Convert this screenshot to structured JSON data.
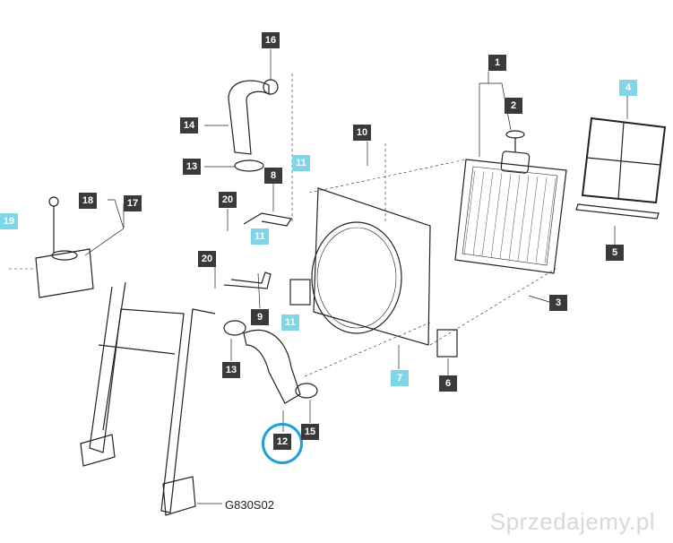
{
  "drawing_code": "G830S02",
  "watermark": "Sprzedajemy.pl",
  "callouts": [
    {
      "id": "c1",
      "label": "1",
      "style": "dark"
    },
    {
      "id": "c2",
      "label": "2",
      "style": "dark"
    },
    {
      "id": "c3",
      "label": "3",
      "style": "dark"
    },
    {
      "id": "c4",
      "label": "4",
      "style": "cyan"
    },
    {
      "id": "c5",
      "label": "5",
      "style": "dark"
    },
    {
      "id": "c6",
      "label": "6",
      "style": "dark"
    },
    {
      "id": "c7",
      "label": "7",
      "style": "cyan"
    },
    {
      "id": "c8",
      "label": "8",
      "style": "dark"
    },
    {
      "id": "c9",
      "label": "9",
      "style": "dark"
    },
    {
      "id": "c10",
      "label": "10",
      "style": "dark"
    },
    {
      "id": "c11a",
      "label": "11",
      "style": "cyan"
    },
    {
      "id": "c11b",
      "label": "11",
      "style": "cyan"
    },
    {
      "id": "c11c",
      "label": "11",
      "style": "cyan"
    },
    {
      "id": "c12",
      "label": "12",
      "style": "dark"
    },
    {
      "id": "c13a",
      "label": "13",
      "style": "dark"
    },
    {
      "id": "c13b",
      "label": "13",
      "style": "dark"
    },
    {
      "id": "c14",
      "label": "14",
      "style": "dark"
    },
    {
      "id": "c15",
      "label": "15",
      "style": "dark"
    },
    {
      "id": "c16",
      "label": "16",
      "style": "dark"
    },
    {
      "id": "c17",
      "label": "17",
      "style": "dark"
    },
    {
      "id": "c18",
      "label": "18",
      "style": "dark"
    },
    {
      "id": "c19",
      "label": "19",
      "style": "cyan"
    },
    {
      "id": "c20a",
      "label": "20",
      "style": "dark"
    },
    {
      "id": "c20b",
      "label": "20",
      "style": "dark"
    }
  ],
  "colors": {
    "accent_cyan": "#7fd6e6",
    "callout_dark": "#3a3a3a",
    "highlight": "#1f9fd6"
  }
}
